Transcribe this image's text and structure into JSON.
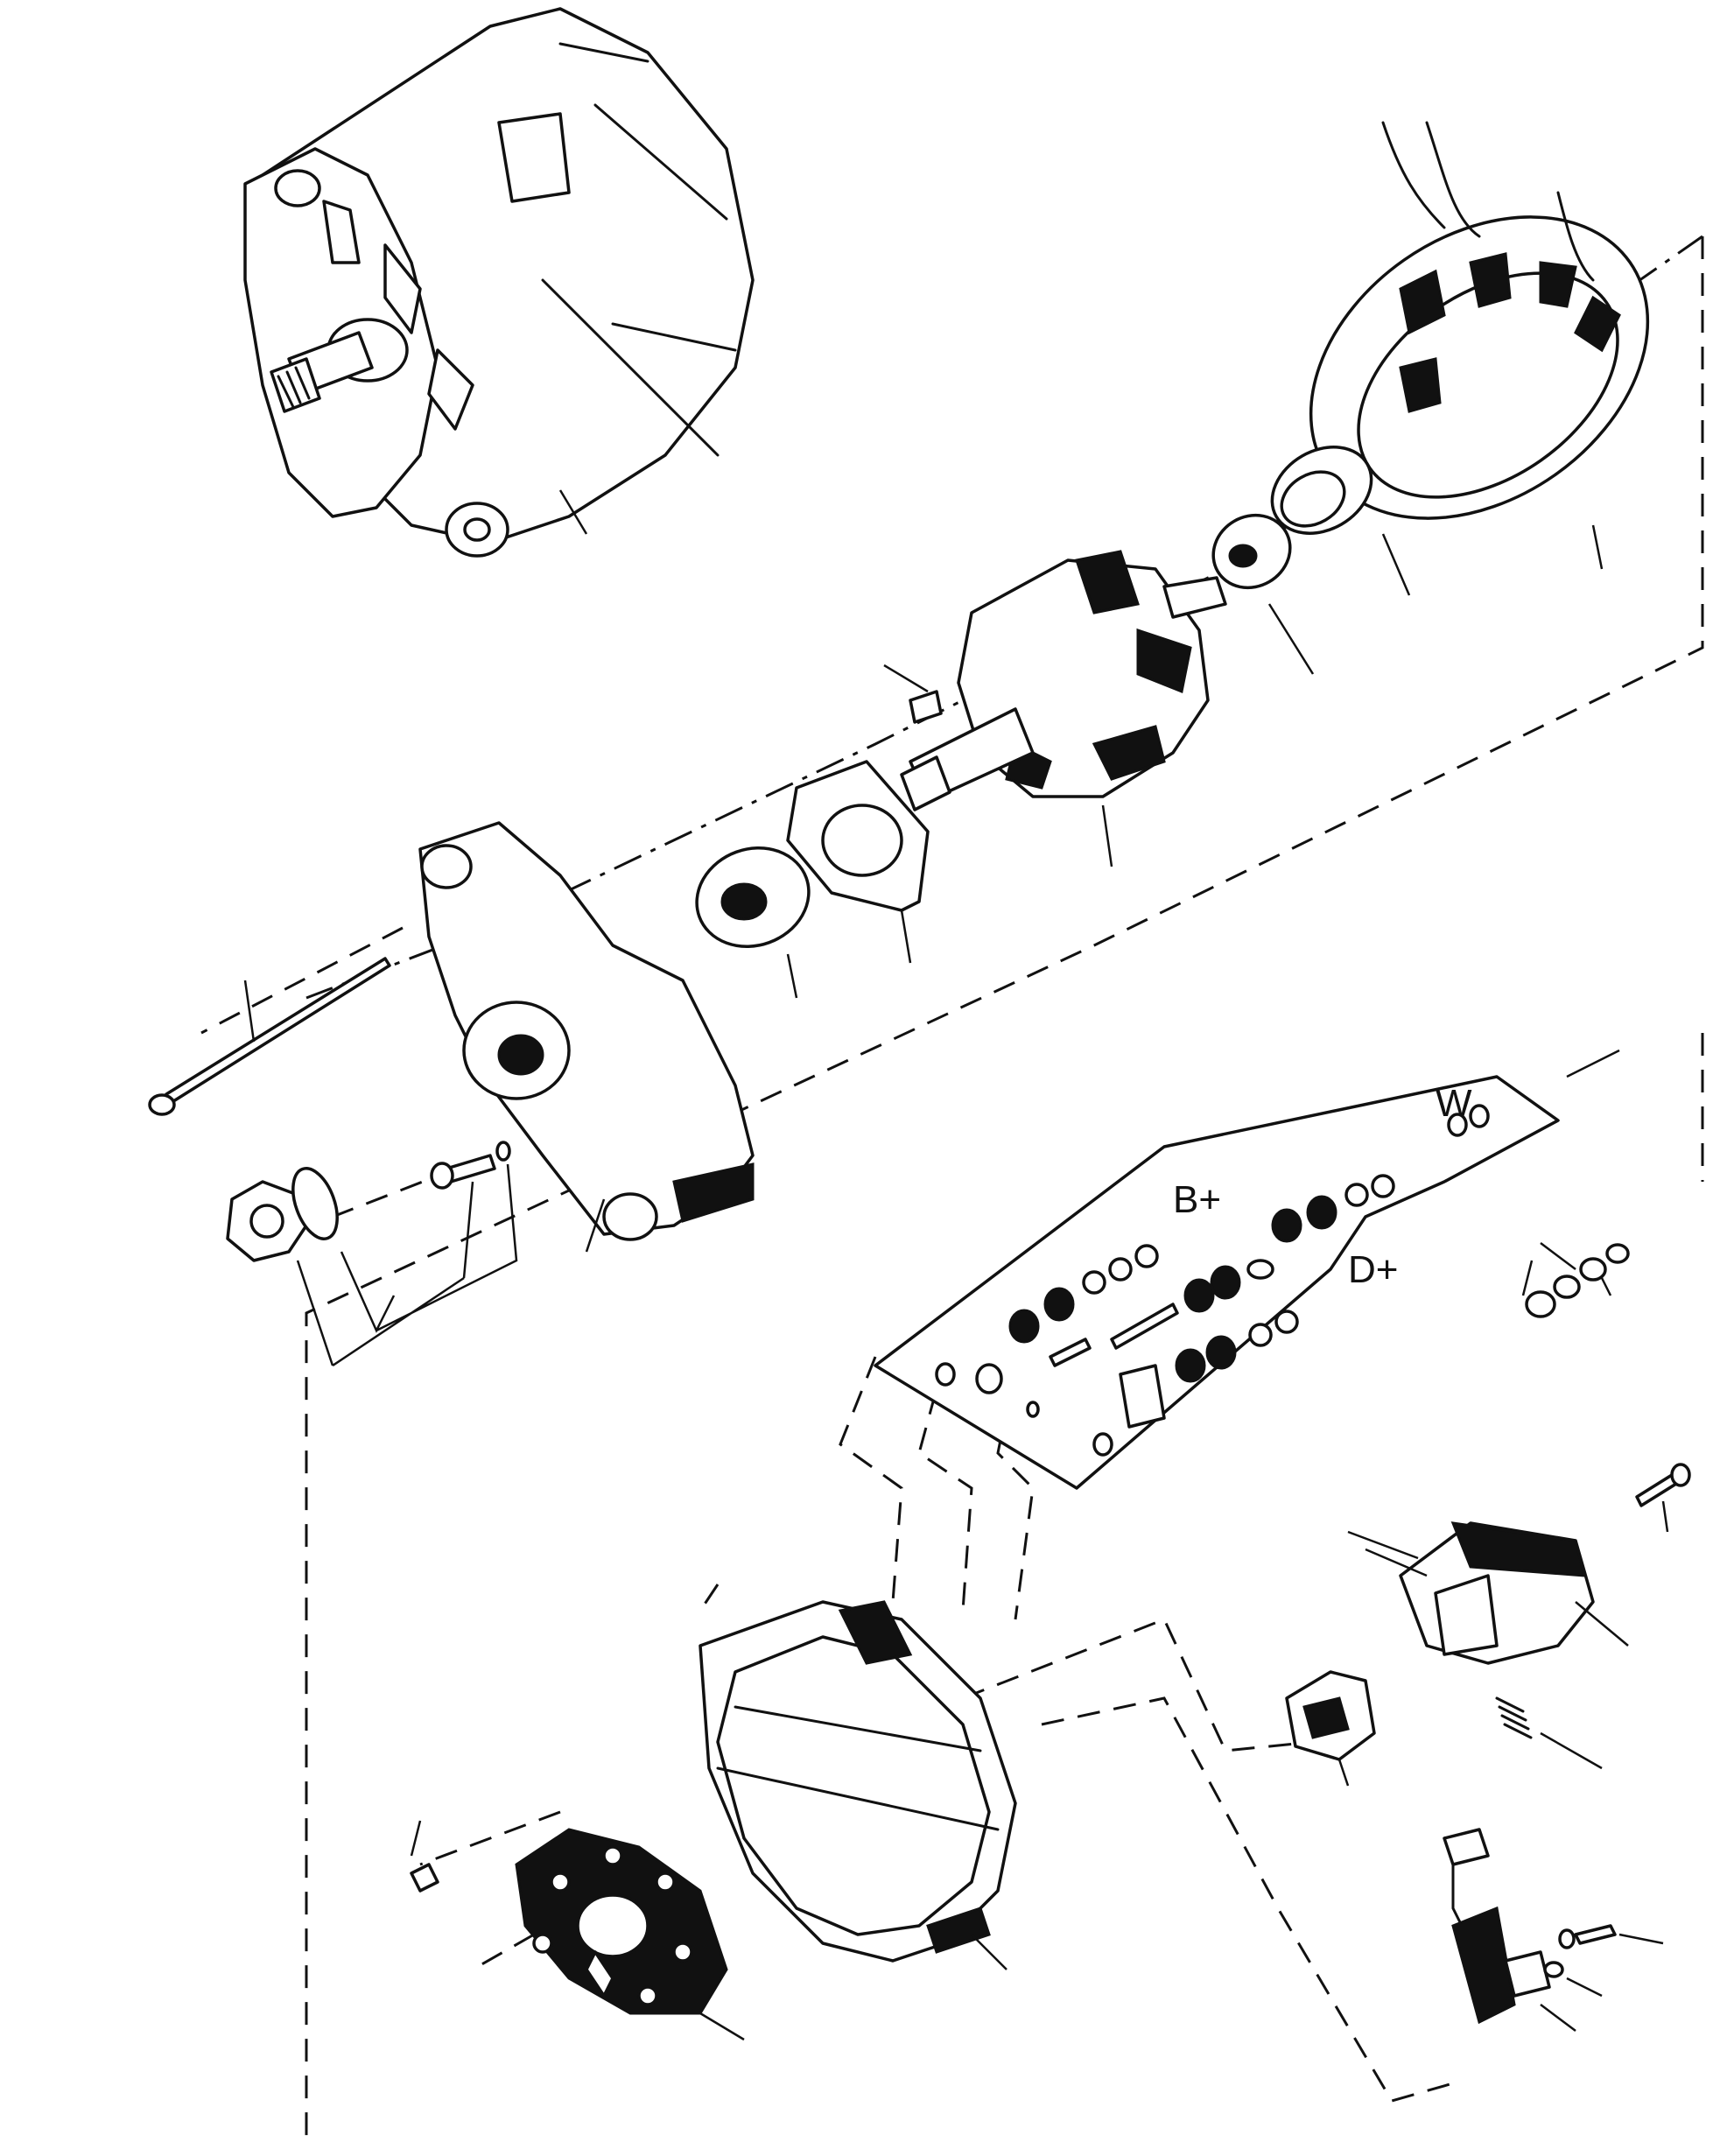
{
  "terminals": {
    "w": "W",
    "b_plus": "B+",
    "d_plus": "D+"
  },
  "colors": {
    "ink": "#111111",
    "paper": "#ffffff"
  }
}
